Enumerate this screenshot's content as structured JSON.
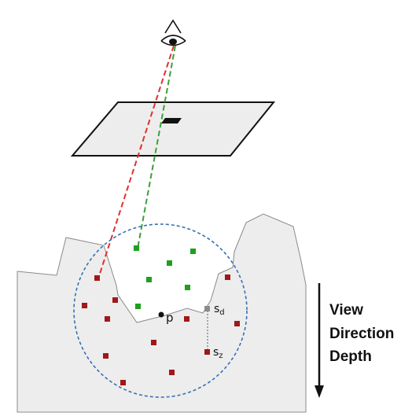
{
  "labels": {
    "point_p": "p",
    "sample_d": "s",
    "sample_d_sub": "d",
    "sample_z": "s",
    "sample_z_sub": "z",
    "view_line1": "View",
    "view_line2": "Direction",
    "view_line3": "Depth"
  },
  "colors": {
    "terrain_fill": "#ededed",
    "terrain_stroke": "#8a8a8a",
    "visible_samples": "#1ea01e",
    "occluded_samples": "#a01818",
    "depth_sample": "#8c8c8c",
    "ray_red": "#e03030",
    "ray_green": "#3aa03a",
    "sphere": "#3a6fb0",
    "image_plane_fill": "#ededed"
  }
}
